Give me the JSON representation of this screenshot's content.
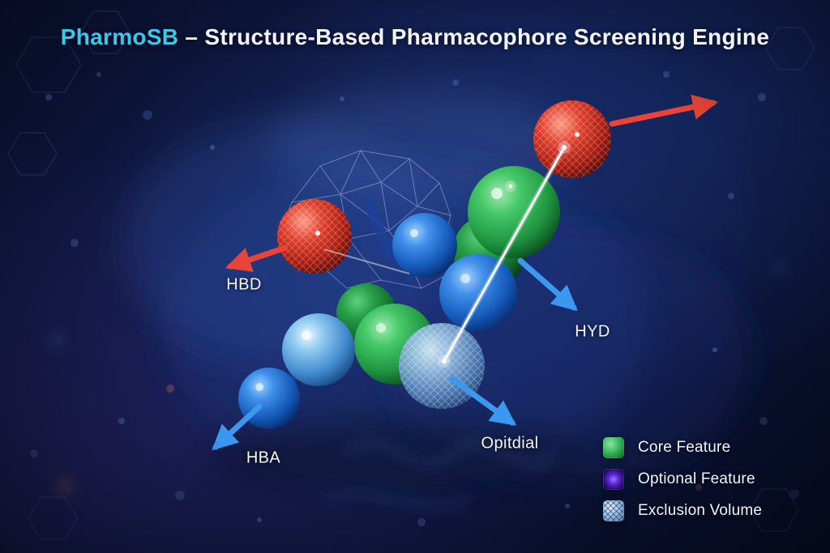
{
  "title": {
    "brand": "PharmoSB",
    "rest": " – Structure-Based Pharmacophore Screening Engine"
  },
  "labels": {
    "hbd": "HBD",
    "hba": "HBA",
    "hyd": "HYD",
    "optional": "Opitdial"
  },
  "legend": {
    "items": [
      {
        "label": "Core Feature",
        "color": "#2fae4f",
        "style": "solid-green"
      },
      {
        "label": "Optional Feature",
        "color": "#5a2bd8",
        "style": "solid-purple"
      },
      {
        "label": "Exclusion Volume",
        "color": "#8db4dc",
        "style": "wireframe-blue"
      }
    ]
  },
  "colors": {
    "background": "#0c1233",
    "accent_cyan": "#3cc8ea",
    "title_text": "#f2f5ff",
    "core_green": "#2fae4f",
    "hbd_red": "#d93324",
    "feature_blue": "#2277dd",
    "arrow_red": "#e84438",
    "arrow_blue": "#3b97f0"
  }
}
